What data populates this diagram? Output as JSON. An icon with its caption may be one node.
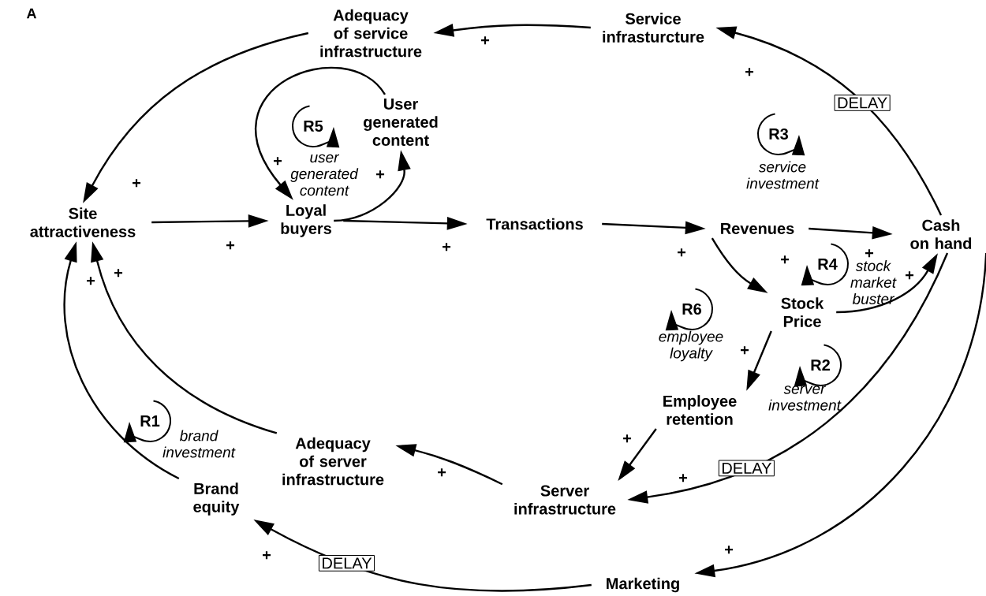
{
  "diagram": {
    "nodes": [
      {
        "text": [
          "Adequacy of service infrastructure"
        ]
      },
      {
        "text": [
          "Service infrasturcture"
        ]
      },
      {
        "text": [
          "User generated content"
        ]
      },
      {
        "text": [
          "Site attractiveness"
        ]
      },
      {
        "text": [
          "Loyal buyers"
        ]
      },
      {
        "text": [
          "Transactions"
        ]
      },
      {
        "text": [
          "Revenues"
        ]
      },
      {
        "text": [
          "Cash on hand"
        ]
      },
      {
        "text": [
          "Stock Price"
        ]
      },
      {
        "text": [
          "Employee retention"
        ]
      },
      {
        "text": [
          "Adequacy of server infrastructure"
        ]
      },
      {
        "text": [
          "Server infrastructure"
        ]
      },
      {
        "text": [
          "Brand equity"
        ]
      },
      {
        "text": [
          "Marketing"
        ]
      }
    ],
    "edges": [
      {
        "from": 1,
        "to": 0,
        "arrow": "to"
      },
      {
        "from": 0,
        "to": 3,
        "arrow": "to"
      },
      {
        "from": 2,
        "to": 4,
        "arrow": "to"
      },
      {
        "from": 4,
        "to": 2,
        "arrow": "to"
      },
      {
        "from": 3,
        "to": 4,
        "arrow": "to"
      },
      {
        "from": 4,
        "to": 5,
        "arrow": "to"
      },
      {
        "from": 5,
        "to": 6,
        "arrow": "to"
      },
      {
        "from": 6,
        "to": 7,
        "arrow": "to"
      },
      {
        "from": 7,
        "to": 1,
        "arrow": "to",
        "label": "DELAY"
      },
      {
        "from": 6,
        "to": 8,
        "arrow": "to"
      },
      {
        "from": 8,
        "to": 7,
        "arrow": "to"
      },
      {
        "from": 8,
        "to": 9,
        "arrow": "to"
      },
      {
        "from": 9,
        "to": 11,
        "arrow": "to"
      },
      {
        "from": 7,
        "to": 11,
        "arrow": "to",
        "label": "DELAY"
      },
      {
        "from": 11,
        "to": 10,
        "arrow": "to"
      },
      {
        "from": 10,
        "to": 3,
        "arrow": "to"
      },
      {
        "from": 12,
        "to": 3,
        "arrow": "to"
      },
      {
        "from": 7,
        "to": 13,
        "arrow": "to"
      },
      {
        "from": 13,
        "to": 12,
        "arrow": "to",
        "label": "DELAY"
      }
    ],
    "labels": [
      "A",
      "+",
      "+",
      "R5",
      "R3",
      "+",
      "user generated content",
      "+",
      "service investment",
      "+",
      "+",
      "+",
      "+",
      "+",
      "R4",
      "+",
      "+",
      "+",
      "stock market buster",
      "+",
      "R6",
      "employee loyalty",
      "+",
      "R2",
      "server investment",
      "R1",
      "brand investment",
      "+",
      "+",
      "+",
      "+",
      "+"
    ]
  }
}
